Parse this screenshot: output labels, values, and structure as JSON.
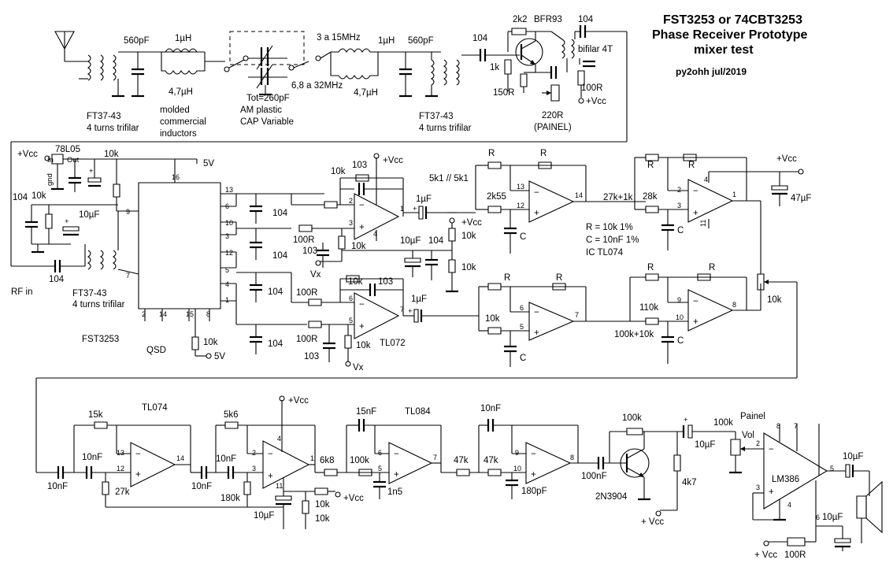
{
  "title": {
    "line1": "FST3253 or 74CBT3253",
    "line2": "Phase Receiver Prototype",
    "line3": "mixer test",
    "author": "py2ohh jul/2019"
  },
  "frontend": {
    "c_in": "560pF",
    "l1_top": "1µH",
    "l1_bot": "4,7µH",
    "molded1": "molded",
    "molded2": "commercial",
    "molded3": "inductors",
    "xf1_line1": "FT37-43",
    "xf1_line2": "4 turns trifilar",
    "band1": "3 a 15MHz",
    "band2": "6,8 a 32MHz",
    "cap1": "Tot=260pF",
    "cap2": "AM plastic",
    "cap3": "CAP Variable",
    "l2_top": "1µH",
    "l2_bot": "4,7µH",
    "c_out": "560pF",
    "xf2_line1": "FT37-43",
    "xf2_line2": "4 turns trifilar",
    "c104a": "104",
    "r2k2": "2k2",
    "transistor": "BFR93",
    "c104b": "104",
    "r1k": "1k",
    "bifilar": "bifilar 4T",
    "r150": "150R",
    "r100": "100R",
    "vcc": "+Vcc",
    "pot220_1": "220R",
    "pot220_2": "(PAINEL)"
  },
  "qsd": {
    "vcc": "+Vcc",
    "reg": "78L05",
    "in": "In",
    "out": "Out",
    "gnd": "gnd",
    "r10k_a": "10k",
    "v5": "5V",
    "c104": "104",
    "r10k_b": "10k",
    "c10uF": "10µF",
    "rfin": "RF in",
    "c104_rf": "104",
    "xf3_line1": "FT37-43",
    "xf3_line2": "4 turns trifilar",
    "chip": "FST3253",
    "qsd_label": "QSD",
    "r10k_c": "10k",
    "v5b": "5V",
    "pins": {
      "p16": "16",
      "p13": "13",
      "p6": "6",
      "p10": "10",
      "p3": "3",
      "p12": "12",
      "p5": "5",
      "p4": "4",
      "p1": "1",
      "p9": "9",
      "p7": "7",
      "p2": "2",
      "p14": "14",
      "p15": "15",
      "p8": "8"
    }
  },
  "preamp": {
    "c104_1": "104",
    "c104_2": "104",
    "c104_3": "104",
    "c104_4": "104",
    "r100a": "100R",
    "r100b": "100R",
    "r100c": "100R",
    "r10k_fb1": "10k",
    "c103_fb1": "103",
    "vcc": "+Vcc",
    "r10k_in1": "10k",
    "c103_a": "103",
    "vx1": "Vx",
    "r10k_fb2": "10k",
    "c103_fb2": "103",
    "r10k_in2": "10k",
    "c103_b": "103",
    "vx2": "Vx",
    "opamp": "TL072",
    "c1uF_a": "1µF",
    "c1uF_b": "1µF",
    "k5": "5k1 // 5k1",
    "vcc2": "+Vcc",
    "r10k_d1": "10k",
    "c104_d": "104",
    "c10uF_d": "10µF",
    "r10k_d2": "10k"
  },
  "phase": {
    "r_a": "R",
    "r_b": "R",
    "r2k55": "2k55",
    "c_a": "C",
    "note1": "R = 10k 1%",
    "note2": "C = 10nF 1%",
    "note3": "IC TL074",
    "r27k": "27k+1k",
    "r28k": "28k",
    "r_c": "R",
    "r_d": "R",
    "c_b": "C",
    "vcc": "+Vcc",
    "c47": "47µF",
    "r_e": "R",
    "r_f": "R",
    "r10k_g": "10k",
    "c_c": "C",
    "r_g": "R",
    "r_h": "R",
    "r110k": "110k",
    "r100k": "100k+10k",
    "c_d": "C",
    "pot10k": "10k",
    "pins": {
      "p13": "13",
      "p14": "14",
      "p12": "12",
      "p2": "2",
      "p1": "1",
      "p3": "3",
      "p4": "4",
      "p11": "11",
      "p6": "6",
      "p7": "7",
      "p5": "5",
      "p9": "9",
      "p8": "8",
      "p10": "10"
    }
  },
  "audio": {
    "r15k": "15k",
    "tl074": "TL074",
    "c10nF_a": "10nF",
    "c10nF_in": "10nF",
    "r27k": "27k",
    "r5k6": "5k6",
    "vcc": "+Vcc",
    "c10nF_b": "10nF",
    "c10nF_c": "10nF",
    "r180k": "180k",
    "r6k8": "6k8",
    "c10uF": "10µF",
    "r10k_a": "10k",
    "r10k_b": "10k",
    "vcc2": "+Vcc",
    "c15nF": "15nF",
    "tl084": "TL084",
    "r100k": "100k",
    "c1n5": "1n5",
    "r47k_a": "47k",
    "c10nF_d": "10nF",
    "r47k_b": "47k",
    "c180p": "180pF",
    "c100nF": "100nF",
    "r100k_b": "100k",
    "tr": "2N3904",
    "c10uF_b": "10µF",
    "r4k7": "4k7",
    "vcc3": "+ Vcc",
    "painel": "Painel",
    "pot100k": "100k",
    "vol": "Vol",
    "chip": "LM386",
    "c10uF_c": "10µF",
    "c10uF_d": "10µF",
    "vcc4": "+ Vcc",
    "r100": "100R",
    "pins": {
      "p4": "4",
      "p11": "11",
      "p10": "10",
      "p8": "8",
      "p1": "1",
      "p2": "2",
      "p3": "3",
      "p5": "5",
      "p6": "6",
      "p7": "7",
      "p13": "13",
      "p14": "14",
      "p12": "12"
    },
    "plus": "+"
  }
}
